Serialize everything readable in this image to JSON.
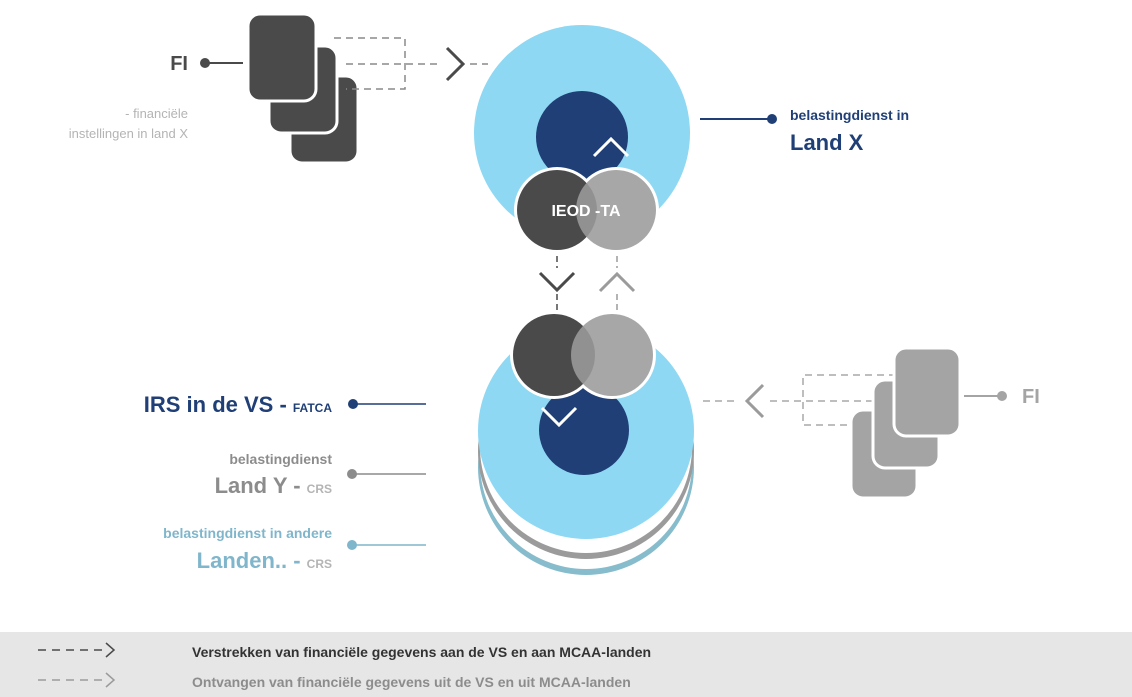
{
  "colors": {
    "dark": "#4a4a4a",
    "mid_gray": "#9b9b9b",
    "light_blue": "#8ed8f3",
    "navy": "#1f3f76",
    "teal": "#87bccd",
    "label_gray": "#8c8c8c",
    "label_teal": "#7fb6cb"
  },
  "top_left": {
    "fi_label": "FI",
    "desc_line1": "- financiële",
    "desc_line2": "instellingen in land  X"
  },
  "top_right": {
    "line1": "belastingdienst in",
    "line2": "Land X"
  },
  "center": {
    "label": "IEOD -TA"
  },
  "bottom_labels": {
    "irs_main": "IRS in de VS - ",
    "irs_suffix": "FATCA",
    "landy_line1": "belastingdienst",
    "landy_main": "Land Y - ",
    "landy_suffix": "CRS",
    "andere_line1": "belastingdienst in andere",
    "andere_main": "Landen.. - ",
    "andere_suffix": "CRS"
  },
  "bottom_right": {
    "fi_label": "FI"
  },
  "legend": {
    "row1_arrow_icon": "dashed-arrow-right-dark",
    "row1_text": "Verstrekken van financiële gegevens aan de VS en aan MCAA-landen",
    "row2_arrow_icon": "dashed-arrow-right-gray",
    "row2_text": "Ontvangen van financiële gegevens uit de VS en uit MCAA-landen"
  }
}
